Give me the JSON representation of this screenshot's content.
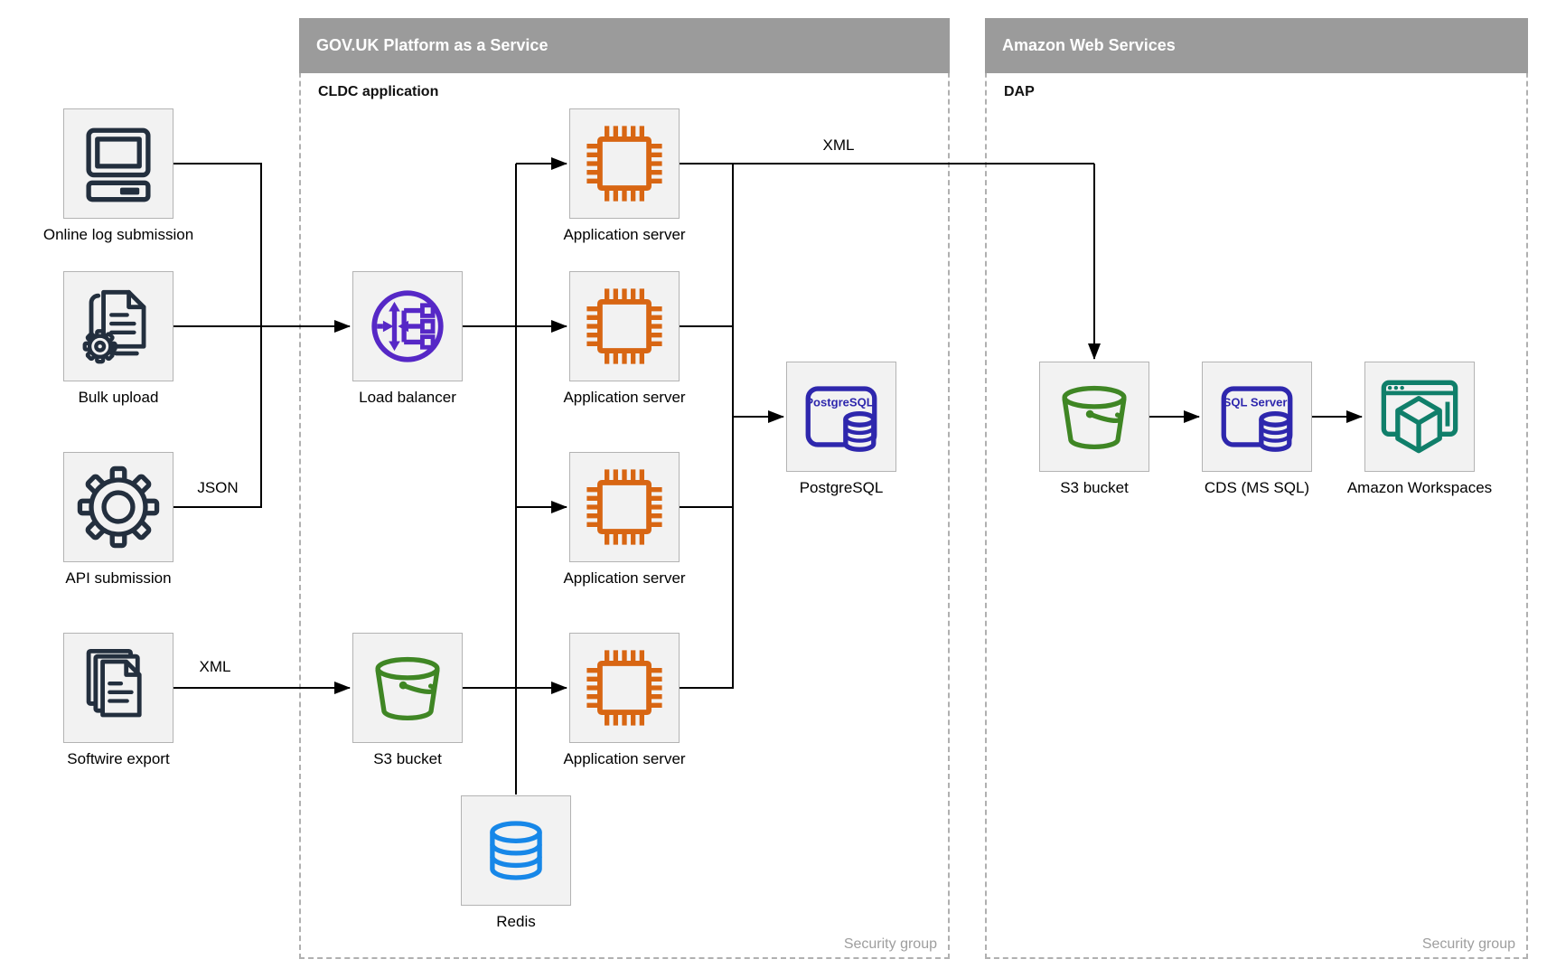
{
  "containers": {
    "paas": {
      "title": "GOV.UK Platform as a Service",
      "sublabel": "CLDC application",
      "footer": "Security group"
    },
    "aws": {
      "title": "Amazon Web Services",
      "sublabel": "DAP",
      "footer": "Security group"
    }
  },
  "nodes": {
    "online_log_submission": {
      "label": "Online log submission",
      "icon": "desktop-computer-icon"
    },
    "bulk_upload": {
      "label": "Bulk upload",
      "icon": "documents-gear-icon"
    },
    "api_submission": {
      "label": "API submission",
      "icon": "gear-icon"
    },
    "softwire_export": {
      "label": "Softwire export",
      "icon": "document-stack-icon"
    },
    "load_balancer": {
      "label": "Load balancer",
      "icon": "load-balancer-icon"
    },
    "s3_bucket_paas": {
      "label": "S3 bucket",
      "icon": "s3-bucket-icon"
    },
    "app_server_1": {
      "label": "Application server",
      "icon": "cpu-chip-icon"
    },
    "app_server_2": {
      "label": "Application server",
      "icon": "cpu-chip-icon"
    },
    "app_server_3": {
      "label": "Application server",
      "icon": "cpu-chip-icon"
    },
    "app_server_4": {
      "label": "Application server",
      "icon": "cpu-chip-icon"
    },
    "postgresql": {
      "label": "PostgreSQL",
      "badge": "PostgreSQL",
      "icon": "postgresql-icon"
    },
    "redis": {
      "label": "Redis",
      "icon": "database-cylinder-icon"
    },
    "s3_bucket_aws": {
      "label": "S3 bucket",
      "icon": "s3-bucket-icon"
    },
    "cds_mssql": {
      "label": "CDS (MS SQL)",
      "badge": "SQL Server",
      "icon": "sql-server-icon"
    },
    "amazon_workspaces": {
      "label": "Amazon Workspaces",
      "icon": "workspaces-icon"
    }
  },
  "edge_labels": {
    "app_to_dap": "XML",
    "api_to_merge": "JSON",
    "softwire_to_s3": "XML"
  },
  "edges": [
    {
      "from": "Online log submission",
      "to": "Load balancer"
    },
    {
      "from": "Bulk upload",
      "to": "Load balancer"
    },
    {
      "from": "API submission",
      "to": "Load balancer",
      "label": "JSON"
    },
    {
      "from": "Softwire export",
      "to": "S3 bucket (PaaS)",
      "label": "XML"
    },
    {
      "from": "Load balancer",
      "to": "Application servers"
    },
    {
      "from": "S3 bucket (PaaS)",
      "to": "Application server 4"
    },
    {
      "from": "Application servers",
      "to": "Redis"
    },
    {
      "from": "Application servers",
      "to": "PostgreSQL"
    },
    {
      "from": "Application server 1",
      "to": "S3 bucket (AWS)",
      "label": "XML"
    },
    {
      "from": "S3 bucket (AWS)",
      "to": "CDS (MS SQL)"
    },
    {
      "from": "CDS (MS SQL)",
      "to": "Amazon Workspaces"
    }
  ],
  "colors": {
    "header_gray": "#9b9b9b",
    "node_fill": "#f2f2f2",
    "node_border": "#b3b3b3",
    "dashed_border": "#b0b0b0",
    "line_black": "#000000",
    "navy": "#232F3E",
    "compute_orange": "#D86613",
    "network_purple": "#5628C6",
    "storage_green": "#3F8624",
    "database_indigo": "#2E27AD",
    "redis_blue": "#1787E8",
    "workspaces_teal": "#107F6A",
    "security_text": "#9e9e9e"
  }
}
